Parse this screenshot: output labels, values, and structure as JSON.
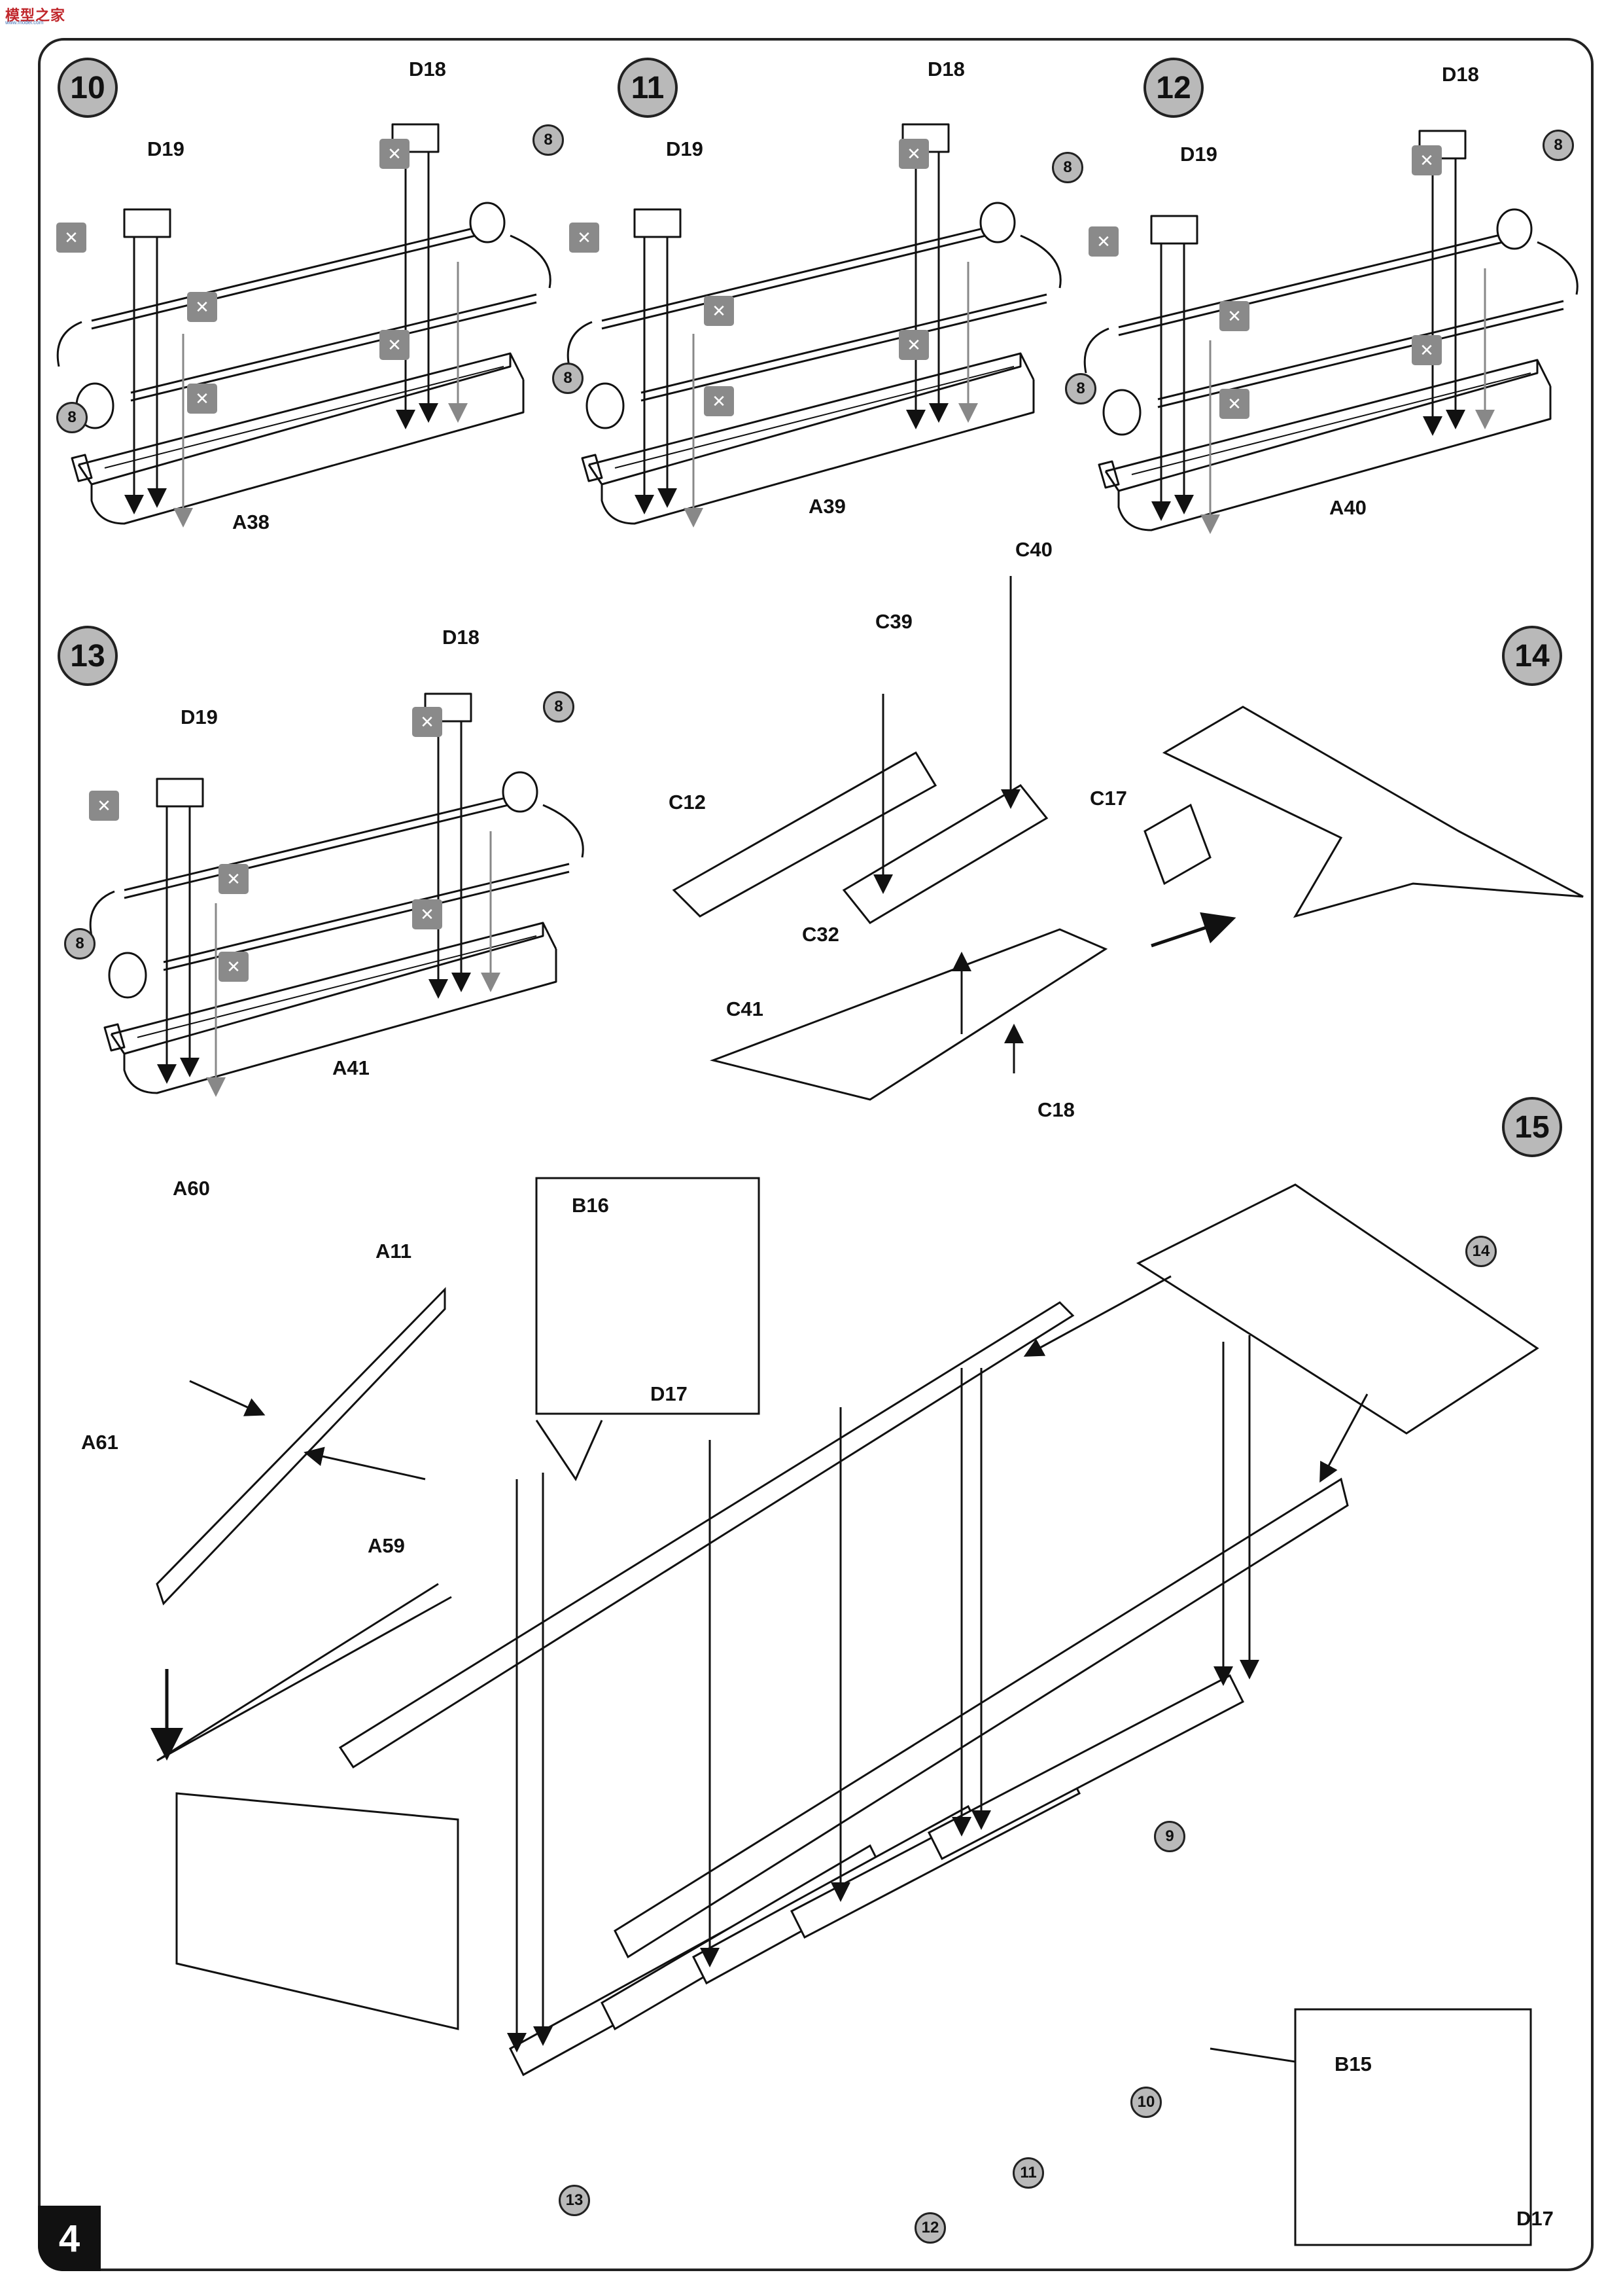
{
  "header": {
    "logo": "模型之家",
    "logo_sub": "www.model.com"
  },
  "page_number": "4",
  "steps": [
    {
      "number": "10",
      "parts": {
        "top_a": "D18",
        "top_b": "D19",
        "base": "A38"
      },
      "refs": [
        "8",
        "8"
      ]
    },
    {
      "number": "11",
      "parts": {
        "top_a": "D18",
        "top_b": "D19",
        "base": "A39"
      },
      "refs": [
        "8",
        "8"
      ]
    },
    {
      "number": "12",
      "parts": {
        "top_a": "D18",
        "top_b": "D19",
        "base": "A40"
      },
      "refs": [
        "8",
        "8"
      ]
    },
    {
      "number": "13",
      "parts": {
        "top_a": "D18",
        "top_b": "D19",
        "base": "A41"
      },
      "refs": [
        "8",
        "8"
      ]
    },
    {
      "number": "14",
      "parts": [
        "C40",
        "C39",
        "C12",
        "C32",
        "C41",
        "C18",
        "C17"
      ]
    },
    {
      "number": "15",
      "parts": [
        "A60",
        "A11",
        "A61",
        "A59",
        "B16",
        "D17",
        "B15",
        "D17"
      ],
      "refs": [
        "14",
        "9",
        "10",
        "11",
        "12",
        "13"
      ]
    }
  ],
  "icons": {
    "glue": "glue-bottle-icon",
    "arrow": "arrow-icon"
  },
  "colors": {
    "ink": "#111111",
    "callout_fill": "#b9b9b9",
    "glue_fill": "#8a8a8a"
  }
}
